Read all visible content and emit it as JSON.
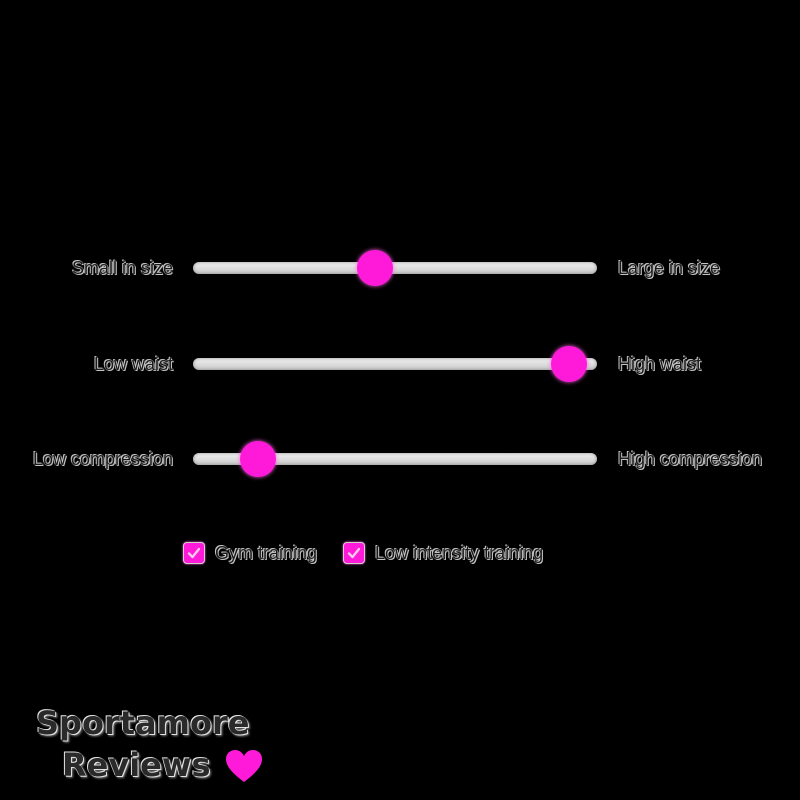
{
  "sliders": [
    {
      "left_label": "Small in size",
      "right_label": "Large in size",
      "value_percent": 45
    },
    {
      "left_label": "Low waist",
      "right_label": "High waist",
      "value_percent": 93
    },
    {
      "left_label": "Low compression",
      "right_label": "High compression",
      "value_percent": 16
    }
  ],
  "checkboxes": [
    {
      "label": "Gym training",
      "checked": true
    },
    {
      "label": "Low intensity training",
      "checked": true
    }
  ],
  "logo": {
    "line1": "Sportamore",
    "line2": "Reviews"
  },
  "colors": {
    "accent": "#ff1ad9",
    "track": "#d9d9d9",
    "background": "#000000"
  },
  "icons": {
    "check": "check-icon",
    "heart": "heart-icon"
  }
}
